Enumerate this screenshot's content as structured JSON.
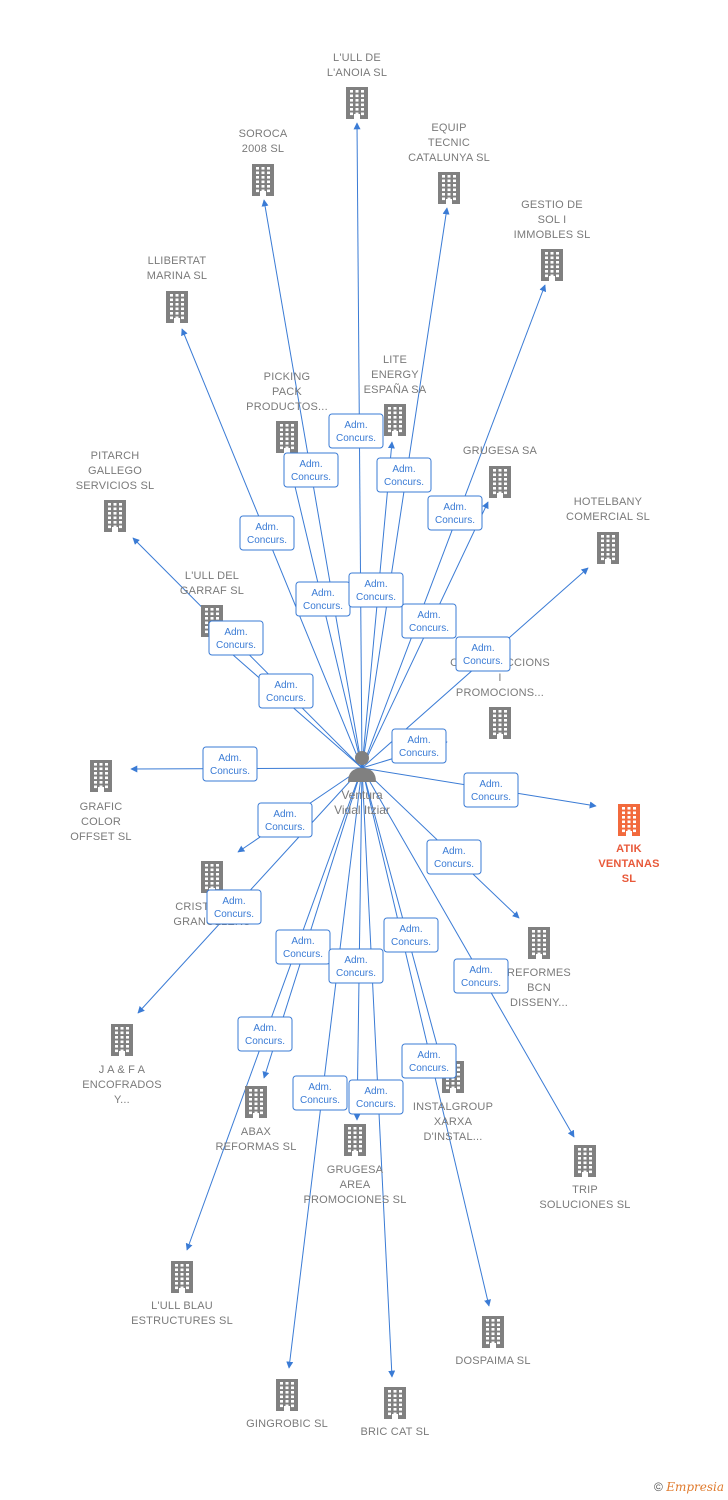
{
  "center": {
    "label": [
      "Ventura",
      "Vidal Itziar"
    ]
  },
  "relation_label": [
    "Adm.",
    "Concurs."
  ],
  "colors": {
    "edge": "#3a7bd5",
    "building": "#808080",
    "building_highlight": "#f26a3d",
    "person": "#808080"
  },
  "icons": {
    "company": "building-icon",
    "person": "person-icon"
  },
  "nodes": [
    {
      "label": [
        "L'ULL DE",
        "L'ANOIA SL"
      ],
      "highlight": false
    },
    {
      "label": [
        "SOROCA",
        "2008 SL"
      ],
      "highlight": false
    },
    {
      "label": [
        "EQUIP",
        "TECNIC",
        "CATALUNYA SL"
      ],
      "highlight": false
    },
    {
      "label": [
        "GESTIO DE",
        "SOL I",
        "IMMOBLES SL"
      ],
      "highlight": false
    },
    {
      "label": [
        "LLIBERTAT",
        "MARINA SL"
      ],
      "highlight": false
    },
    {
      "label": [
        "LITE",
        "ENERGY",
        "ESPAÑA SA"
      ],
      "highlight": false
    },
    {
      "label": [
        "PICKING",
        "PACK",
        "PRODUCTOS..."
      ],
      "highlight": false
    },
    {
      "label": [
        "GRUGESA SA"
      ],
      "highlight": false
    },
    {
      "label": [
        "PITARCH",
        "GALLEGO",
        "SERVICIOS SL"
      ],
      "highlight": false
    },
    {
      "label": [
        "HOTELBANY",
        "COMERCIAL SL"
      ],
      "highlight": false
    },
    {
      "label": [
        "L'ULL DEL",
        "GARRAF SL"
      ],
      "highlight": false
    },
    {
      "label": [
        "CONSTRUCCIONS",
        "I",
        "PROMOCIONS..."
      ],
      "highlight": false
    },
    {
      "label": [
        "GRAFIC",
        "COLOR",
        "OFFSET SL"
      ],
      "highlight": false
    },
    {
      "label": [
        "ATIK",
        "VENTANAS",
        "SL"
      ],
      "highlight": true
    },
    {
      "label": [
        "CRISTALERIA",
        "GRANOLLERS"
      ],
      "highlight": false
    },
    {
      "label": [
        "REFORMES",
        "BCN",
        "DISSENY..."
      ],
      "highlight": false
    },
    {
      "label": [
        "J A & F A",
        "ENCOFRADOS",
        "Y..."
      ],
      "highlight": false
    },
    {
      "label": [
        "INSTALGROUP",
        "XARXA",
        "D'INSTAL..."
      ],
      "highlight": false
    },
    {
      "label": [
        "ABAX",
        "REFORMAS SL"
      ],
      "highlight": false
    },
    {
      "label": [
        "GRUGESA",
        "AREA",
        "PROMOCIONES SL"
      ],
      "highlight": false
    },
    {
      "label": [
        "TRIP",
        "SOLUCIONES SL"
      ],
      "highlight": false
    },
    {
      "label": [
        "L'ULL BLAU",
        "ESTRUCTURES SL"
      ],
      "highlight": false
    },
    {
      "label": [
        "DOSPAIMA SL"
      ],
      "highlight": false
    },
    {
      "label": [
        "GINGROBIC SL"
      ],
      "highlight": false
    },
    {
      "label": [
        "BRIC CAT SL"
      ],
      "highlight": false
    }
  ],
  "credit": {
    "symbol": "©",
    "brand": "Empresia"
  }
}
